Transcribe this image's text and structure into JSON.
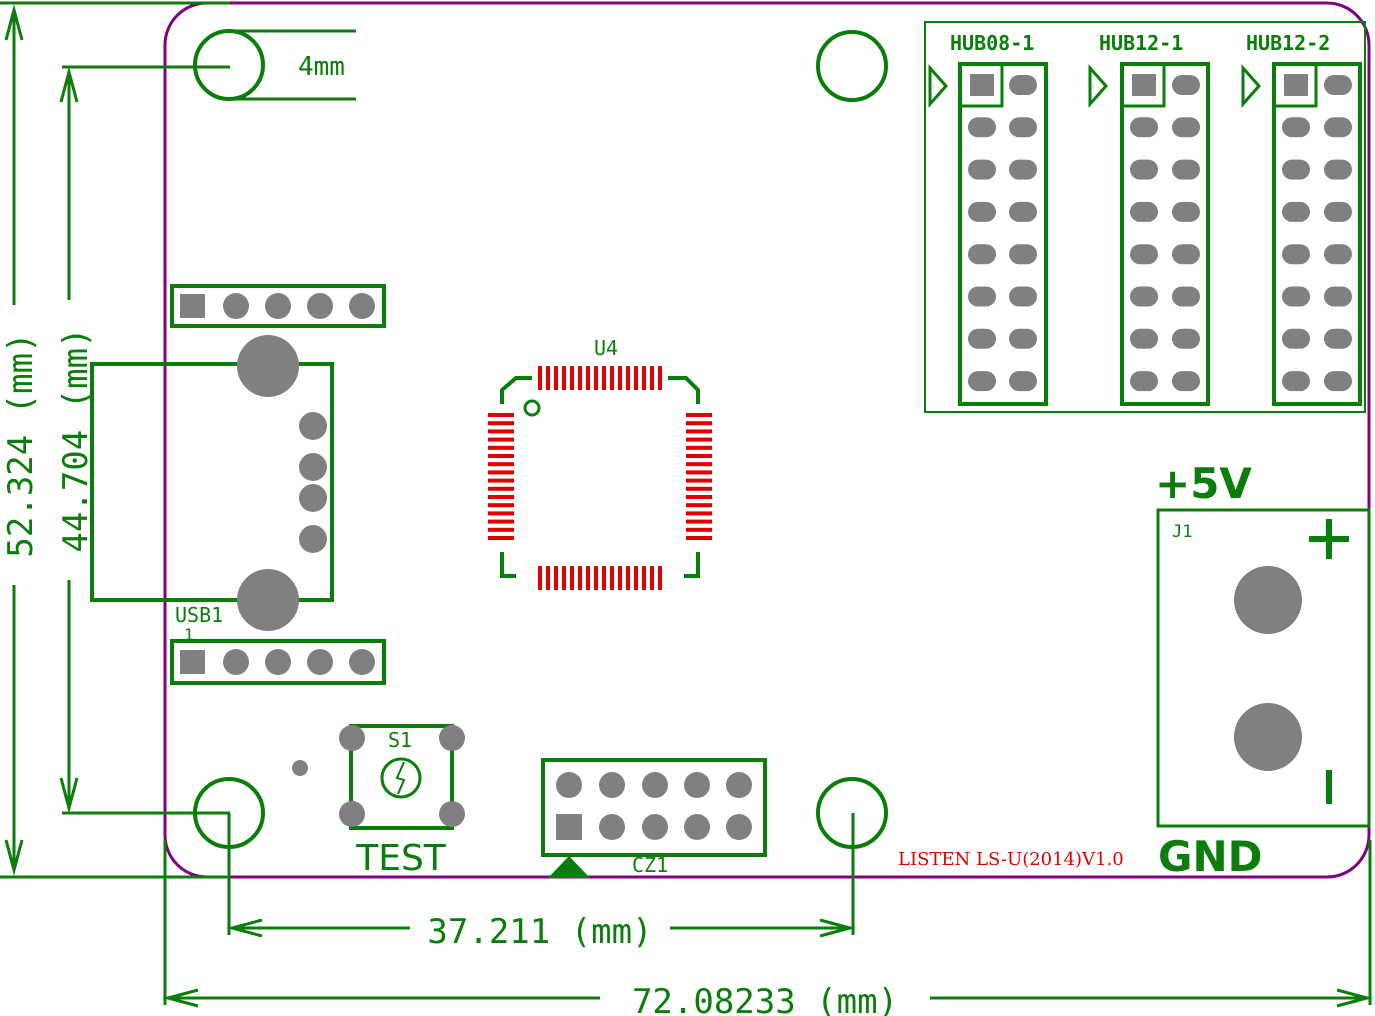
{
  "dimensions": {
    "hole_diameter": "4mm",
    "height_outer": "52.324 (mm)",
    "height_inner": "44.704 (mm)",
    "width_holes": "37.211 (mm)",
    "width_board": "72.08233 (mm)"
  },
  "components": {
    "u4": "U4",
    "usb1": "USB1",
    "usb1_pin": "1",
    "s1": "S1",
    "test": "TEST",
    "cz1": "CZ1",
    "j1": "J1",
    "hub08_1": "HUB08-1",
    "hub12_1": "HUB12-1",
    "hub12_2": "HUB12-2",
    "plus5v": "+5V",
    "plus_sign": "+",
    "minus_sign": "-",
    "gnd": "GND",
    "board_name": "LISTEN  LS-U(2014)V1.0"
  },
  "colors": {
    "silkscreen": "#0a7d0a",
    "board_outline": "#800080",
    "pads": "#808080",
    "ic_pins": "#e00000"
  }
}
